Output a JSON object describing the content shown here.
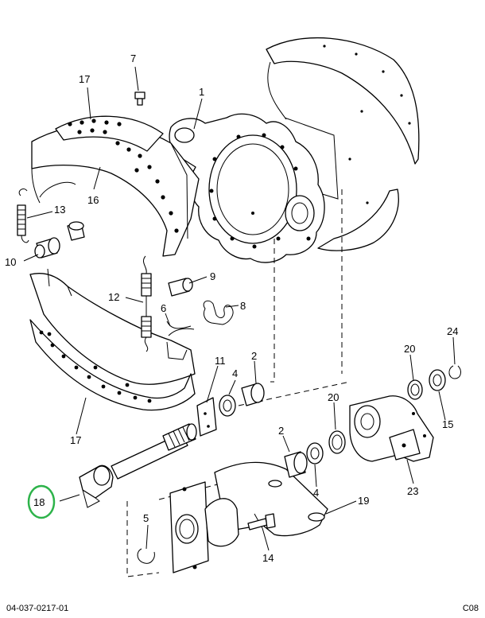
{
  "diagram": {
    "callouts": {
      "c1": "1",
      "c2a": "2",
      "c2b": "2",
      "c4a": "4",
      "c4b": "4",
      "c5": "5",
      "c6": "6",
      "c7": "7",
      "c8": "8",
      "c9": "9",
      "c10": "10",
      "c11": "11",
      "c12": "12",
      "c13": "13",
      "c14": "14",
      "c15": "15",
      "c16": "16",
      "c17a": "17",
      "c17b": "17",
      "c18": "18",
      "c19": "19",
      "c20a": "20",
      "c20b": "20",
      "c23": "23",
      "c24": "24"
    },
    "highlight": {
      "label": "18",
      "color": "#2db34a"
    }
  },
  "footer": {
    "doc_number": "04-037-0217-01",
    "page_code": "C08"
  }
}
